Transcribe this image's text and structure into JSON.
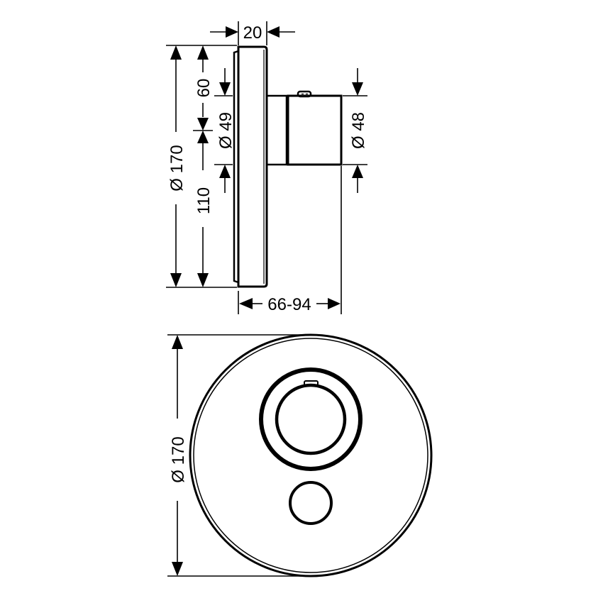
{
  "drawing": {
    "subject": "Concealed thermostatic mixer trim - side and front view",
    "side_view": {
      "dimensions": {
        "plate_depth": "20",
        "top_to_spindle": "60",
        "spindle_seat_diameter": "Ø 49",
        "plate_diameter": "Ø 170",
        "bottom_to_spindle": "110",
        "handle_diameter": "Ø 48",
        "projection_range": "66-94"
      }
    },
    "front_view": {
      "dimensions": {
        "plate_diameter": "Ø 170"
      }
    },
    "colors": {
      "line": "#000000",
      "background": "#ffffff"
    }
  }
}
